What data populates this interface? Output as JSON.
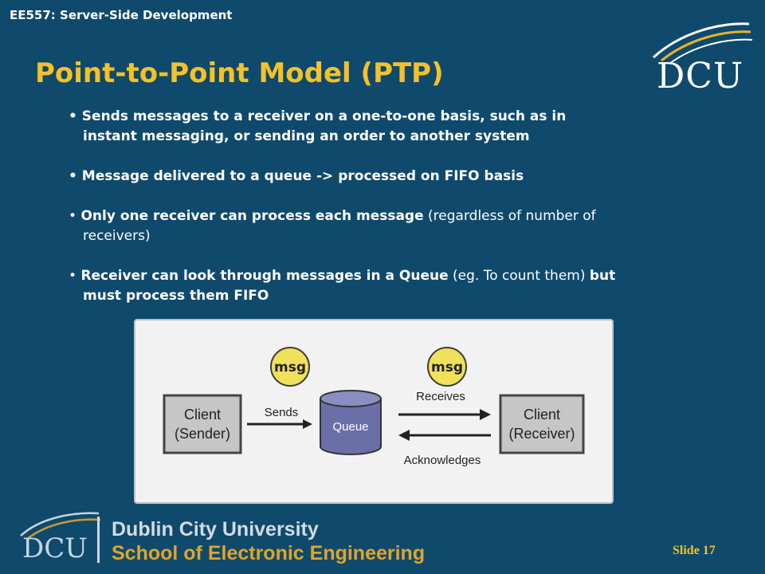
{
  "header": {
    "course": "EE557: Server-Side Development",
    "title": "Point-to-Point Model (PTP)",
    "logo_text": "DCU"
  },
  "bullets": [
    {
      "parts": [
        "Sends messages to a receiver on a one-to-one basis, such as in",
        "instant messaging, or sending an order to another system"
      ]
    },
    {
      "parts": [
        "Message delivered to a queue -> processed on FIFO basis"
      ]
    },
    {
      "bold": "Only one receiver can process each message",
      "normal": " (regardless of number of",
      "cont": "receivers)"
    },
    {
      "bold1": "Receiver can look through messages in a ",
      "queue_word": "Queue",
      "normal": " (eg. To count them) ",
      "bold2": "but",
      "cont": "must process them FIFO"
    }
  ],
  "diagram": {
    "msg1": "msg",
    "msg2": "msg",
    "sender_line1": "Client",
    "sender_line2": "(Sender)",
    "receiver_line1": "Client",
    "receiver_line2": "(Receiver)",
    "queue": "Queue",
    "sends": "Sends",
    "receives": "Receives",
    "acknowledges": "Acknowledges"
  },
  "footer": {
    "logo_text": "DCU",
    "university": "Dublin City University",
    "school": "School of Electronic Engineering",
    "slide": "Slide 17"
  },
  "colors": {
    "background": "#0f4a6d",
    "title": "#f5c127",
    "queue": "#6b6fa8",
    "msg": "#f0e15a"
  }
}
